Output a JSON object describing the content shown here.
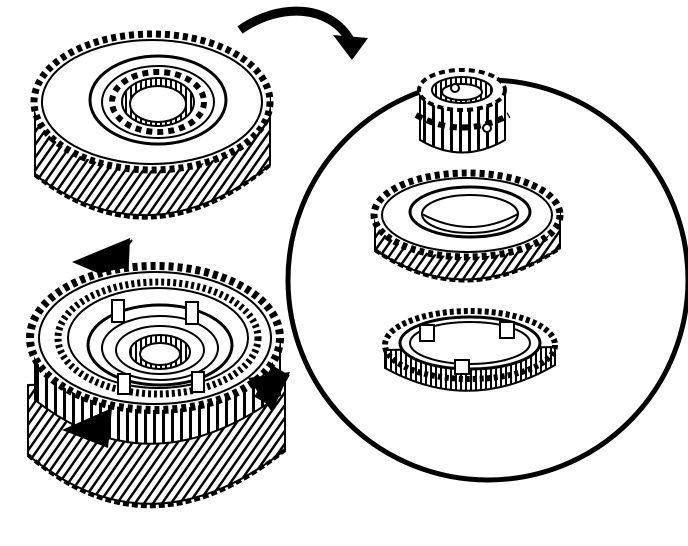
{
  "figure": {
    "description_text": "",
    "colors": {
      "ink": "#000000",
      "paper": "#ffffff"
    },
    "components": [
      "upper-helical-gear",
      "synchronizer-assembly",
      "detail-hub",
      "detail-gear",
      "detail-blocker-ring"
    ]
  }
}
